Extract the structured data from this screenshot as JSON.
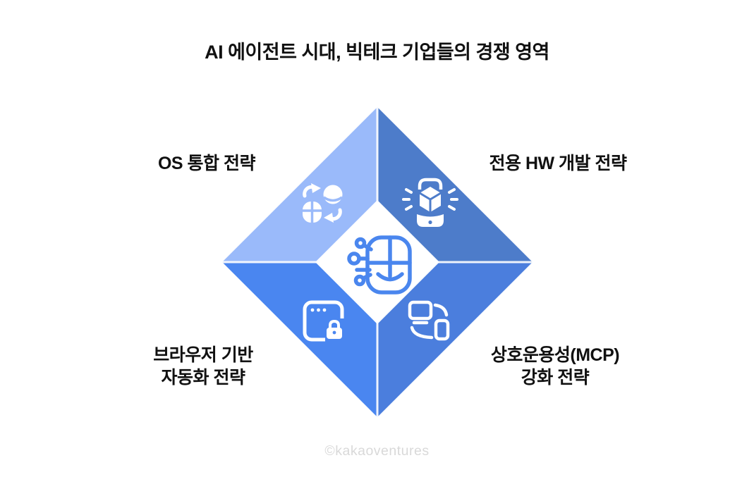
{
  "title": "AI 에이전트 시대, 빅테크 기업들의 경쟁 영역",
  "watermark": "©kakaoventures",
  "colors": {
    "background": "#ffffff",
    "title-text": "#111111",
    "label-text": "#111111",
    "watermark-text": "#d9d9d9",
    "q-tl": "#9abafa",
    "q-tr": "#4d7cca",
    "q-bl": "#4a86f0",
    "q-br": "#4b7edd",
    "separator": "#ffffff",
    "center-bg": "#ffffff",
    "center-icon": "#4a86ee",
    "icon": "#ffffff"
  },
  "quadrants": [
    {
      "position": "top-left",
      "label": "OS 통합 전략",
      "icon": "mouse-os-sync-icon",
      "color": "#9abafa"
    },
    {
      "position": "top-right",
      "label": "전용 HW 개발 전략",
      "icon": "device-hologram-cube-icon",
      "color": "#4d7cca"
    },
    {
      "position": "bottom-left",
      "label_lines": [
        "브라우저 기반",
        "자동화 전략"
      ],
      "icon": "browser-lock-icon",
      "color": "#4a86f0"
    },
    {
      "position": "bottom-right",
      "label_lines": [
        "상호운용성(MCP)",
        "강화 전략"
      ],
      "icon": "monitor-phone-sync-icon",
      "color": "#4b7edd"
    }
  ],
  "center": {
    "icon": "ai-agent-mask-icon"
  }
}
